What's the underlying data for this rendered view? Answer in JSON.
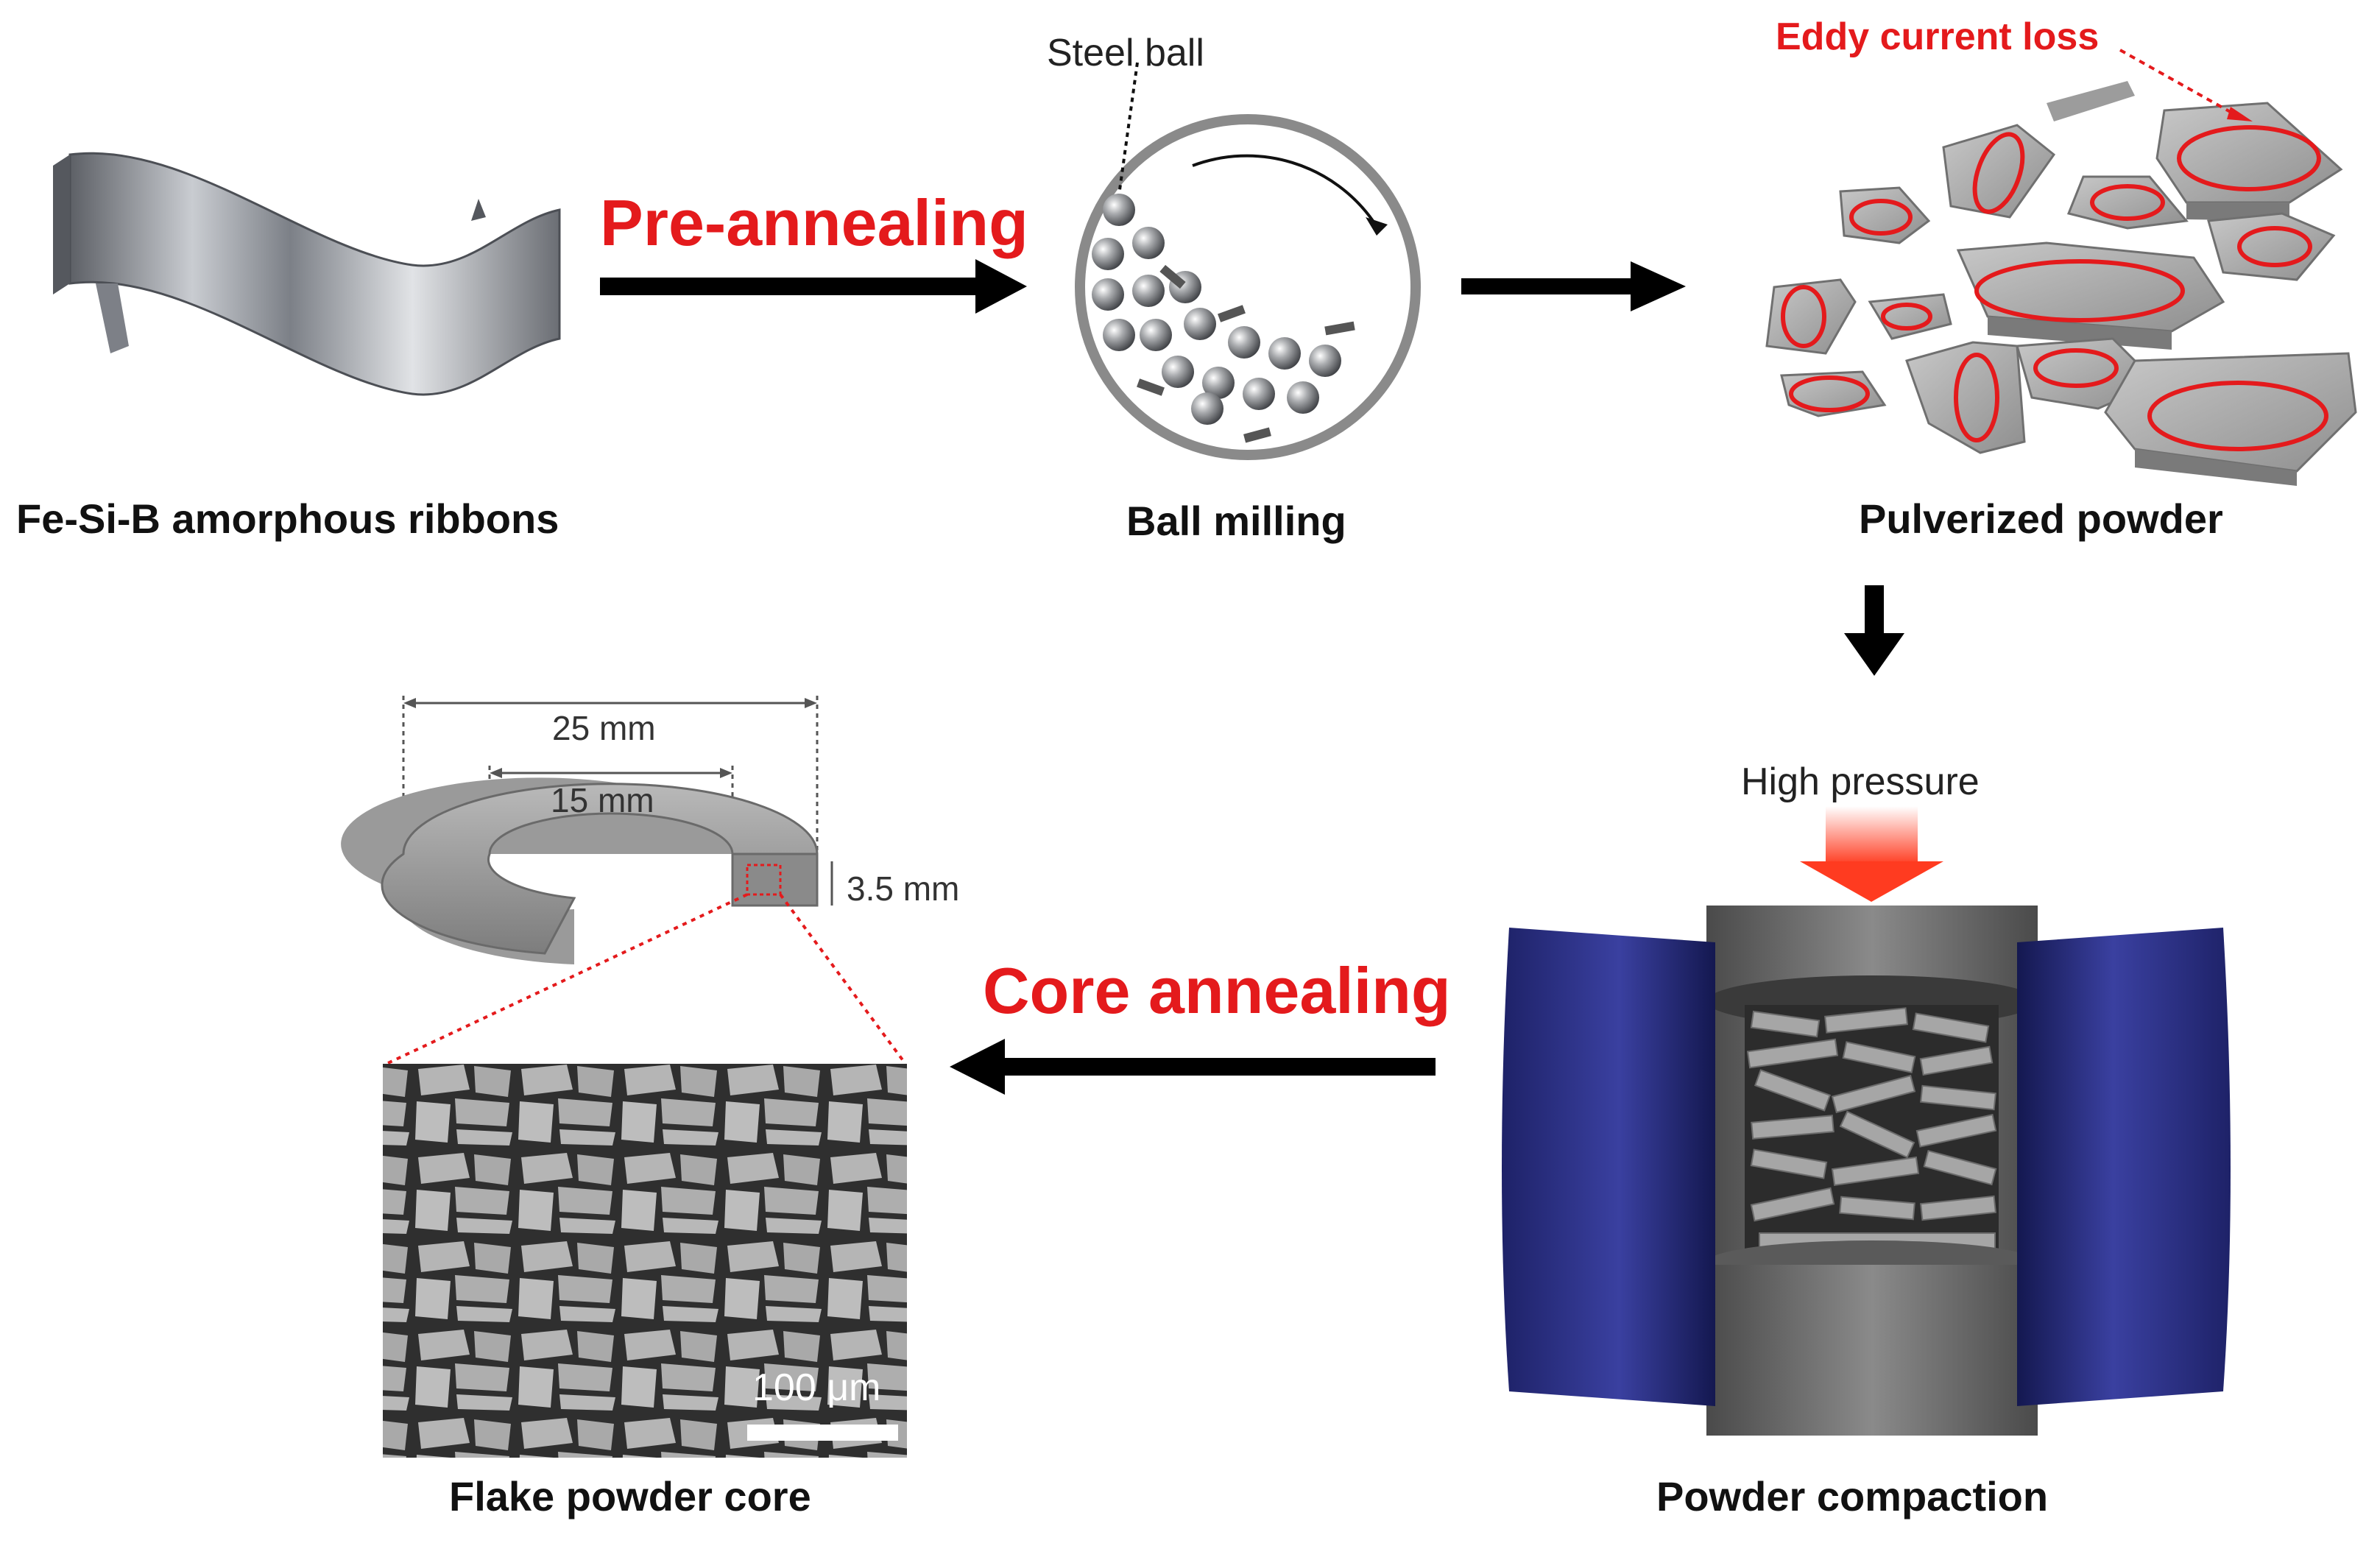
{
  "steps": {
    "ribbons": "Fe-Si-B amorphous ribbons",
    "ball_milling": "Ball milling",
    "pulverized": "Pulverized powder",
    "compaction": "Powder compaction",
    "core": "Flake powder core"
  },
  "processes": {
    "pre_annealing": "Pre-annealing",
    "core_annealing": "Core annealing"
  },
  "annotations": {
    "steel_ball": "Steel ball",
    "eddy_current_loss": "Eddy current loss",
    "high_pressure": "High pressure"
  },
  "dimensions": {
    "outer_diameter": "25 mm",
    "inner_diameter": "15 mm",
    "height": "3.5 mm"
  },
  "micrograph": {
    "scale_bar": "100 μm"
  },
  "colors": {
    "accent_red": "#e41a1c",
    "die_blue": "#2a2f7a",
    "metal_gray": "#9a9a9a"
  }
}
